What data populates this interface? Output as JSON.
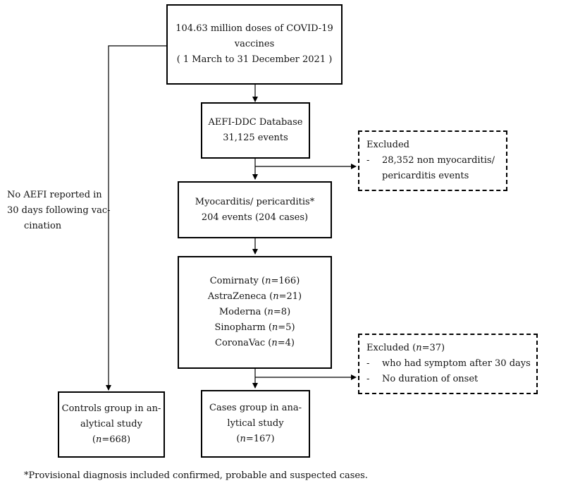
{
  "boxes": {
    "top": {
      "l1": "104.63 million doses of COVID-19",
      "l2": "vaccines",
      "l3": "( 1 March to 31 December 2021 )"
    },
    "aefi": {
      "l1": "AEFI-DDC Database",
      "l2": "31,125 events"
    },
    "excluded1": {
      "title": "Excluded",
      "dash": "-",
      "l1": "28,352 non myocarditis/",
      "l2": "pericarditis events"
    },
    "myo": {
      "l1": "Myocarditis/ pericarditis*",
      "l2": "204 events (204 cases)"
    },
    "vaccines": [
      {
        "name": "Comirnaty (",
        "n": "n",
        "val": "=166)"
      },
      {
        "name": "AstraZeneca (",
        "n": "n",
        "val": "=21)"
      },
      {
        "name": "Moderna (",
        "n": "n",
        "val": "=8)"
      },
      {
        "name": "Sinopharm (",
        "n": "n",
        "val": "=5)"
      },
      {
        "name": "CoronaVac (",
        "n": "n",
        "val": "=4)"
      }
    ],
    "excluded2": {
      "title": "Excluded (",
      "n": "n",
      "val": "=37)",
      "dash": "-",
      "b1": "who had symptom after 30 days",
      "b2": "No duration of onset"
    },
    "controls": {
      "l1": "Controls group in an-",
      "l2": "alytical study",
      "l3n": "n",
      "l3": "=668)",
      "open": "("
    },
    "cases": {
      "l1": "Cases group in ana-",
      "l2": "lytical study",
      "l3n": "n",
      "l3": "=167)",
      "open": "("
    }
  },
  "side_label": {
    "l1": "No AEFI reported in",
    "l2": "30 days following vac-",
    "l3": "cination"
  },
  "footnote": "*Provisional diagnosis included confirmed, probable and suspected cases."
}
